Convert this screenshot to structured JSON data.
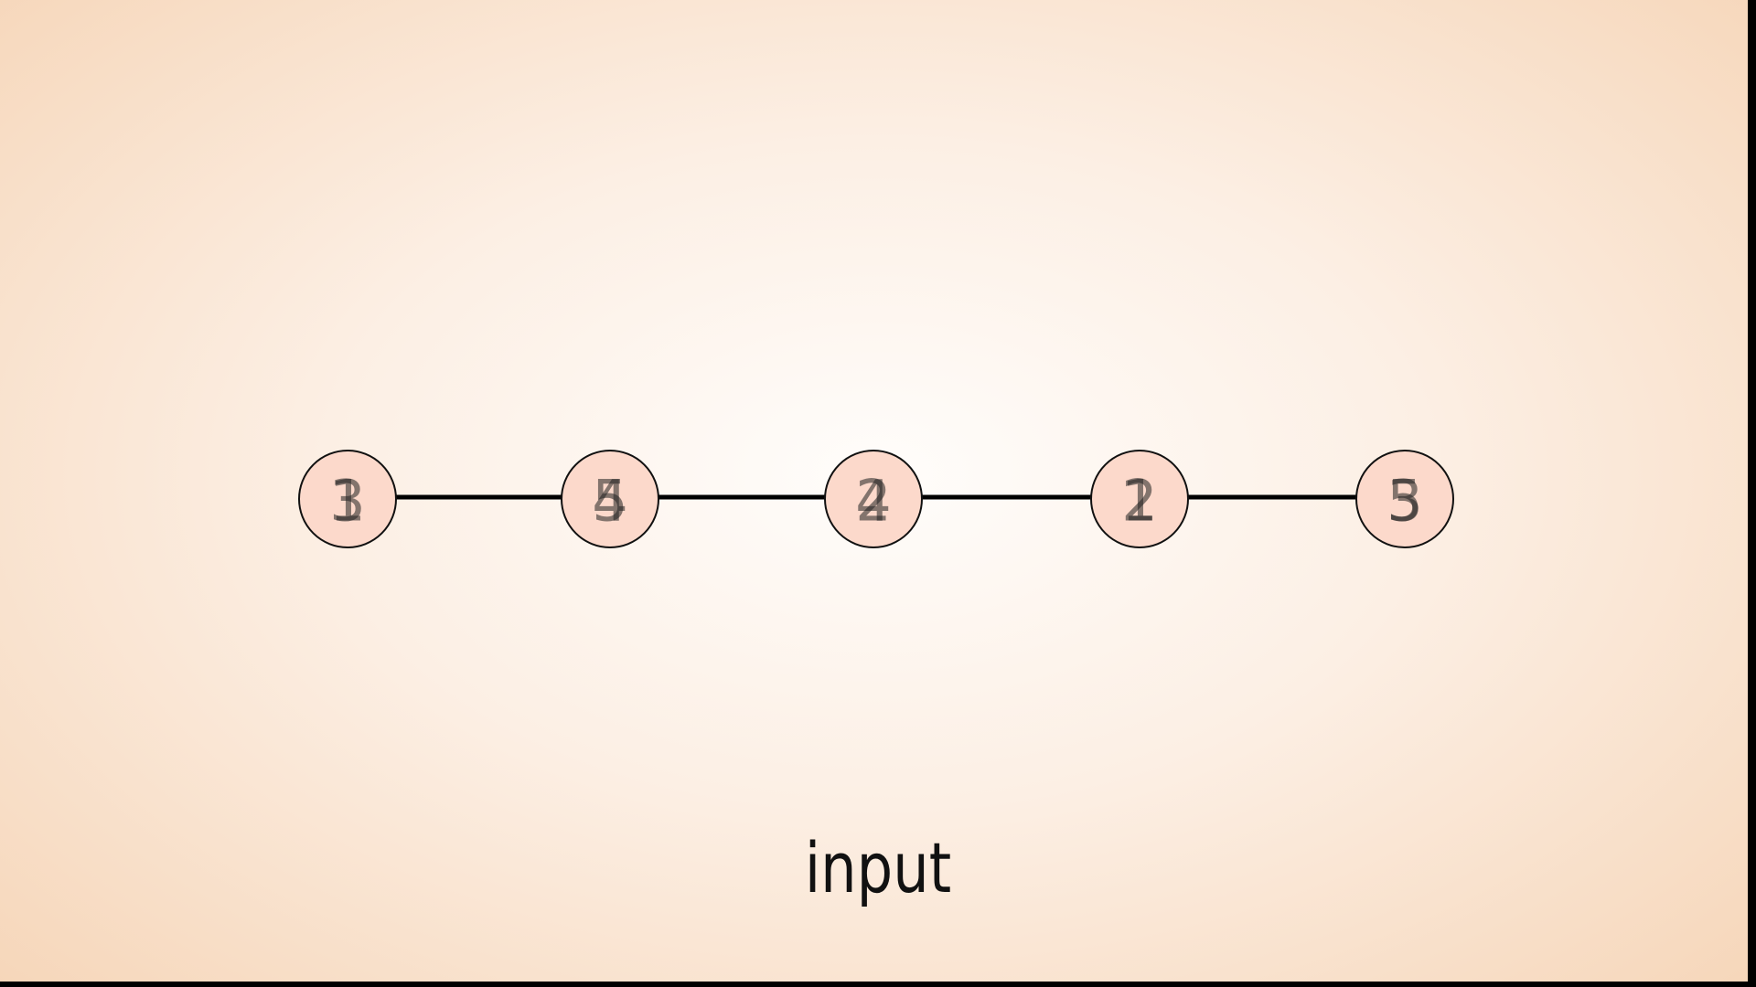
{
  "caption": "input",
  "colors": {
    "node_fill": "#fcd9cb",
    "node_stroke": "#111111",
    "edge": "#000000",
    "label": "#222222"
  },
  "nodes": [
    {
      "id": "n1",
      "label_a": "3",
      "label_b": "1"
    },
    {
      "id": "n2",
      "label_a": "5",
      "label_b": "4"
    },
    {
      "id": "n3",
      "label_a": "2",
      "label_b": "4"
    },
    {
      "id": "n4",
      "label_a": "2",
      "label_b": "1"
    },
    {
      "id": "n5",
      "label_a": "5",
      "label_b": "3"
    }
  ],
  "edges": [
    [
      "n1",
      "n2"
    ],
    [
      "n2",
      "n3"
    ],
    [
      "n3",
      "n4"
    ],
    [
      "n4",
      "n5"
    ]
  ]
}
